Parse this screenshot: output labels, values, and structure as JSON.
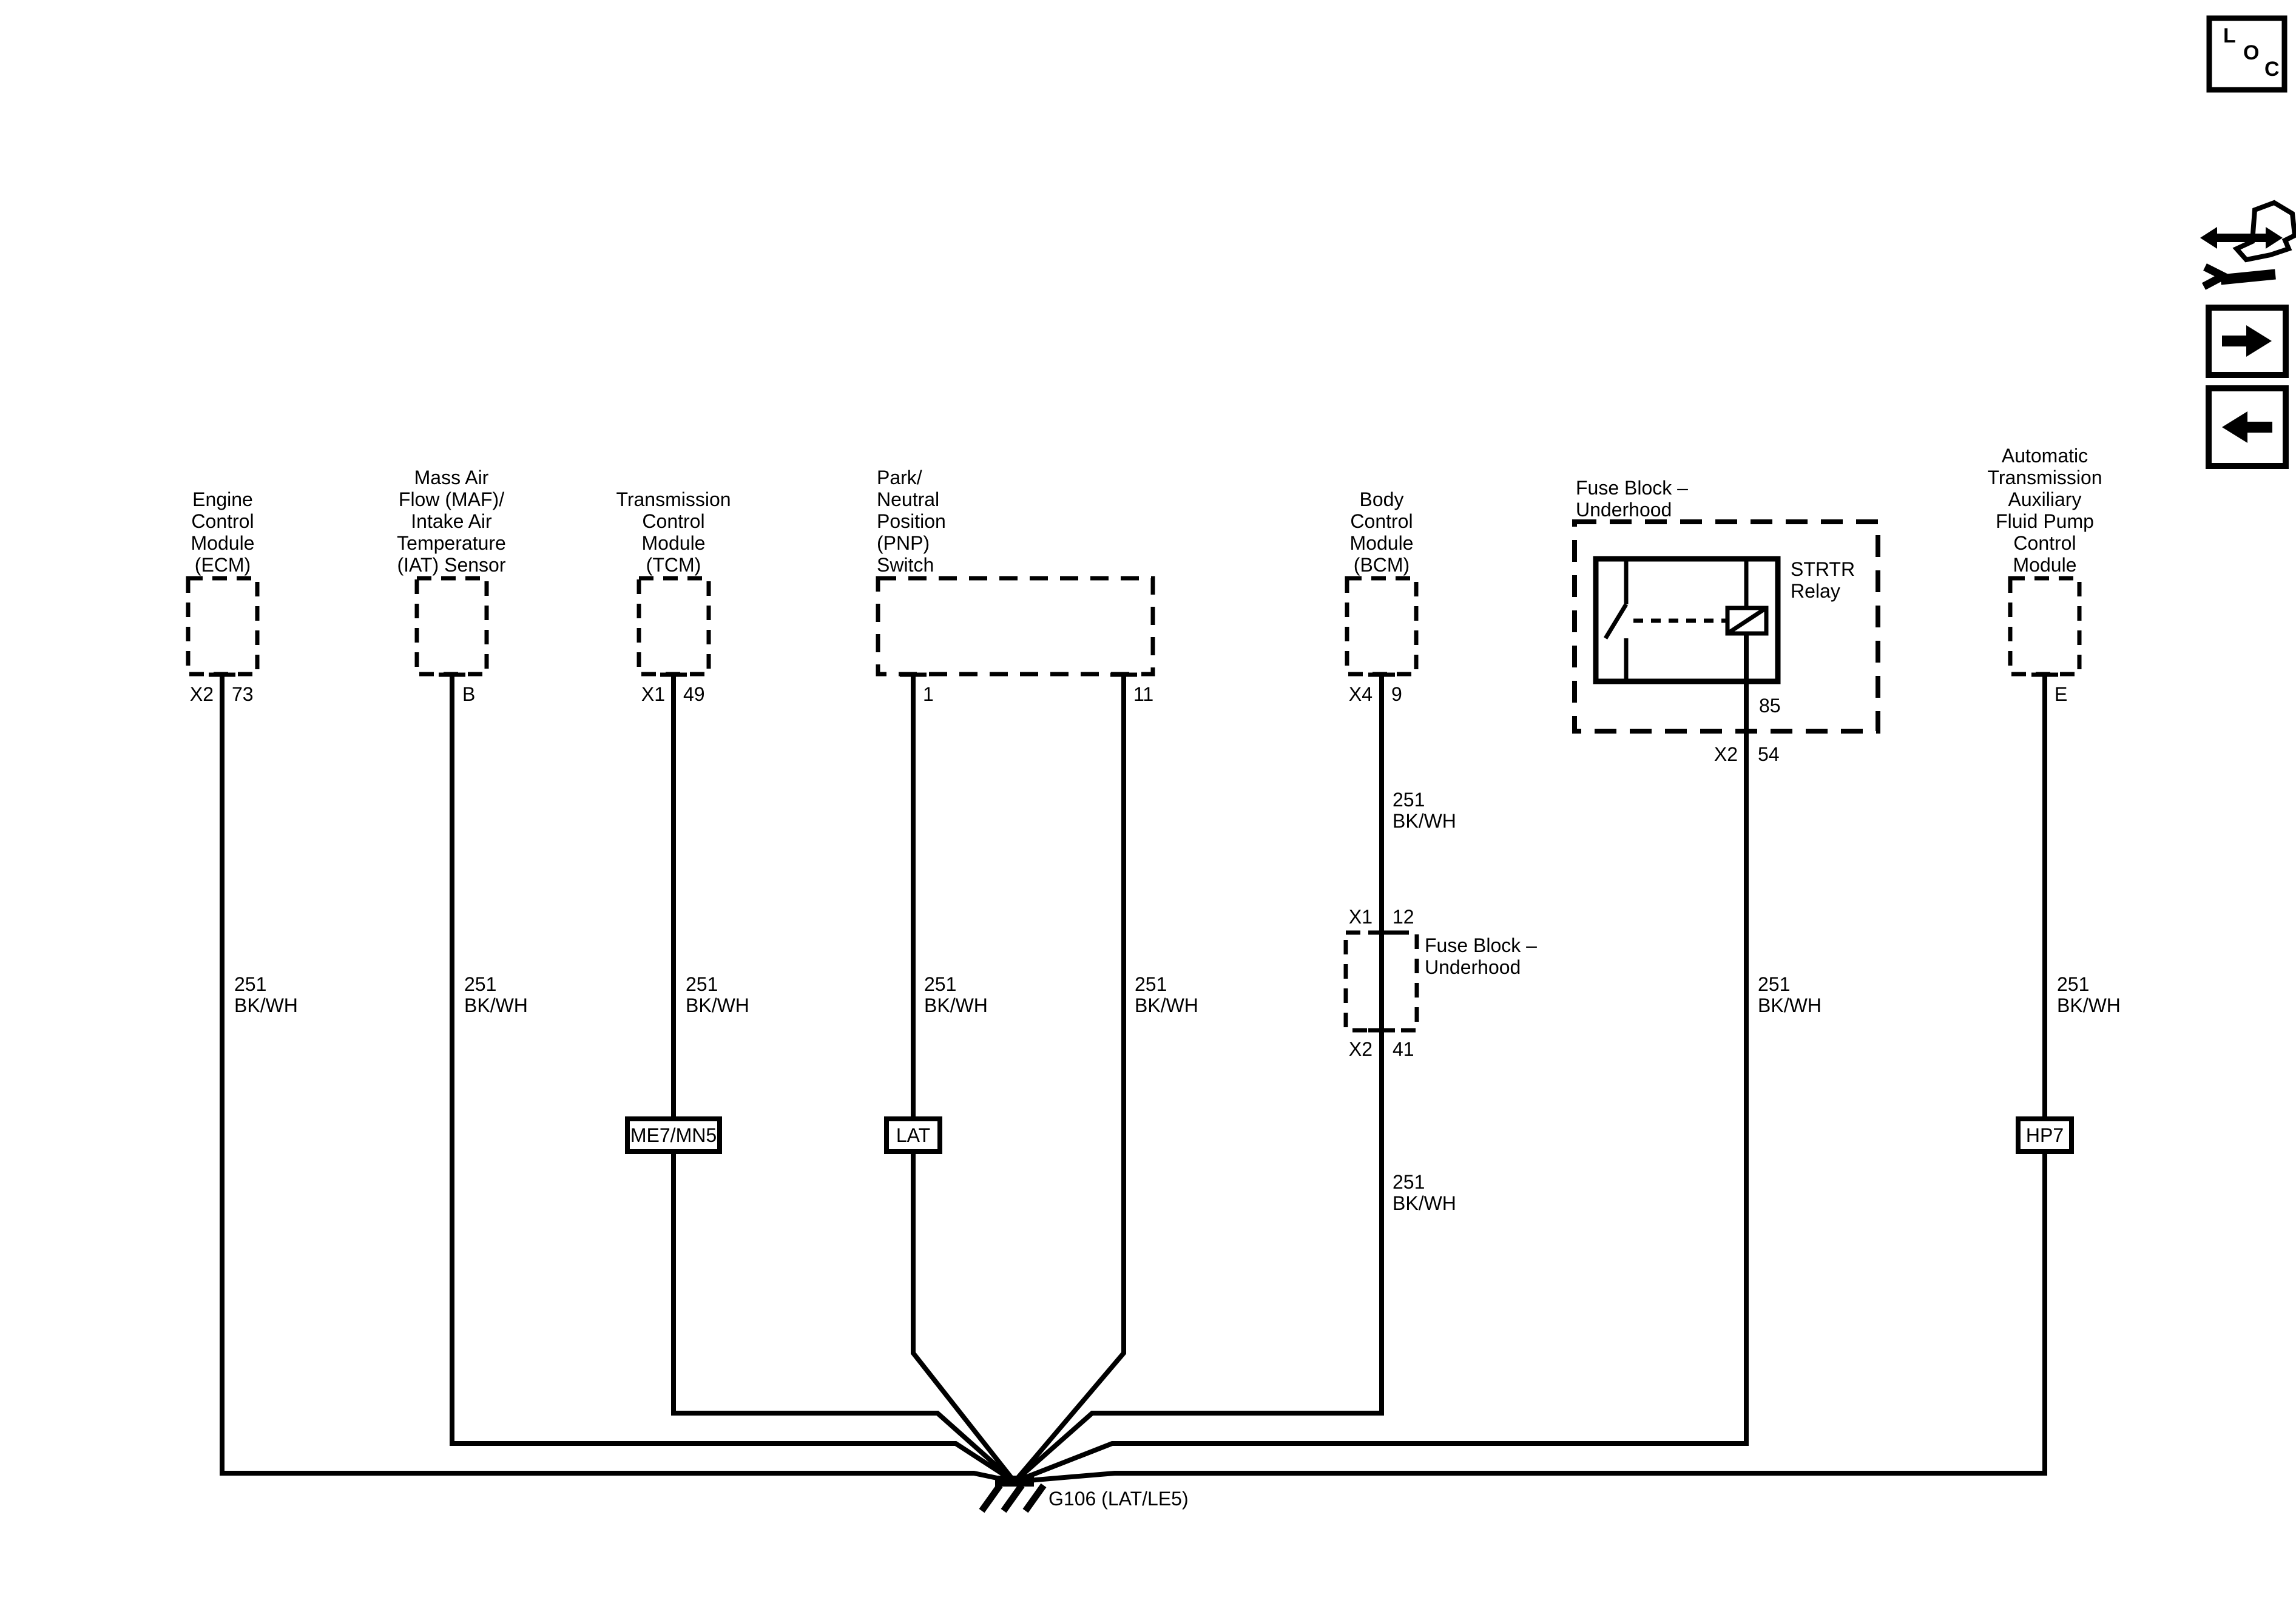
{
  "toolbar": {
    "loc_letters": {
      "l": "L",
      "o": "O",
      "c": "C"
    },
    "icons": [
      "loc-box",
      "tools-icon",
      "next-arrow-icon",
      "back-arrow-icon"
    ]
  },
  "components": {
    "ecm": {
      "name_lines": [
        "Engine",
        "Control",
        "Module",
        "(ECM)"
      ],
      "pin_left": "X2",
      "pin_right": "73"
    },
    "maf": {
      "name_lines": [
        "Mass Air",
        "Flow (MAF)/",
        "Intake Air",
        "Temperature",
        "(IAT) Sensor"
      ],
      "pin_right": "B"
    },
    "tcm": {
      "name_lines": [
        "Transmission",
        "Control",
        "Module",
        "(TCM)"
      ],
      "pin_left": "X1",
      "pin_right": "49"
    },
    "pnp": {
      "name_lines": [
        "Park/",
        "Neutral",
        "Position",
        "(PNP)",
        "Switch"
      ],
      "pin_1": "1",
      "pin_2": "11"
    },
    "bcm": {
      "name_lines": [
        "Body",
        "Control",
        "Module",
        "(BCM)"
      ],
      "pin_left": "X4",
      "pin_right": "9"
    },
    "fuse_block": {
      "name_lines": [
        "Fuse Block –",
        "Underhood"
      ],
      "relay_lines": [
        "STRTR",
        "Relay"
      ],
      "pin_85": "85",
      "pin_left": "X2",
      "pin_right": "54"
    },
    "atafp": {
      "name_lines": [
        "Automatic",
        "Transmission",
        "Auxiliary",
        "Fluid Pump",
        "Control",
        "Module"
      ],
      "pin_right": "E"
    }
  },
  "mid_fuse_block": {
    "name_lines": [
      "Fuse Block –",
      "Underhood"
    ],
    "pin_top_left": "X1",
    "pin_top_right": "12",
    "pin_bottom_left": "X2",
    "pin_bottom_right": "41"
  },
  "wires": [
    {
      "id": "ecm",
      "circuit": "251",
      "color": "BK/WH"
    },
    {
      "id": "maf",
      "circuit": "251",
      "color": "BK/WH"
    },
    {
      "id": "tcm",
      "circuit": "251",
      "color": "BK/WH"
    },
    {
      "id": "pnp-1",
      "circuit": "251",
      "color": "BK/WH"
    },
    {
      "id": "pnp-11",
      "circuit": "251",
      "color": "BK/WH"
    },
    {
      "id": "bcm-upper",
      "circuit": "251",
      "color": "BK/WH"
    },
    {
      "id": "bcm-lower",
      "circuit": "251",
      "color": "BK/WH"
    },
    {
      "id": "relay",
      "circuit": "251",
      "color": "BK/WH"
    },
    {
      "id": "atafp",
      "circuit": "251",
      "color": "BK/WH"
    }
  ],
  "connectors": {
    "me7": {
      "label": "ME7/MN5"
    },
    "lat": {
      "label": "LAT"
    },
    "hp7": {
      "label": "HP7"
    }
  },
  "ground": {
    "label": "G106 (LAT/LE5)"
  },
  "line_color": "#000000"
}
